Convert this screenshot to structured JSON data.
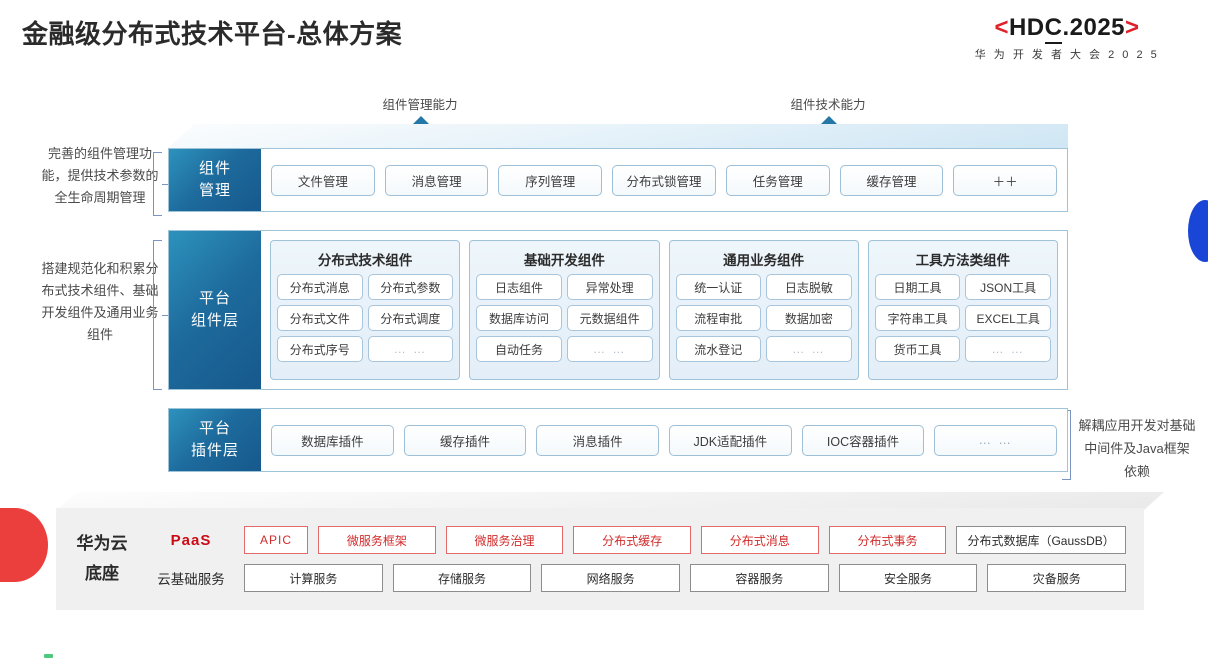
{
  "header": {
    "title": "金融级分布式技术平台-总体方案",
    "logo_bracket_left": "<",
    "logo_prefix": "HD",
    "logo_underlined": "C",
    "logo_suffix": ".2025",
    "logo_bracket_right": ">",
    "logo_subtitle": "华 为 开 发 者 大 会 2 0 2 5",
    "accent_red": "#e0202a"
  },
  "arrows": [
    {
      "label": "组件管理能力"
    },
    {
      "label": "组件技术能力"
    }
  ],
  "side_notes": {
    "left": [
      "完善的组件管理功能，提供技术参数的全生命周期管理",
      "搭建规范化和积累分布式技术组件、基础开发组件及通用业务组件"
    ],
    "right": [
      "解耦应用开发对基础中间件及Java框架依赖"
    ]
  },
  "layers": {
    "component_management": {
      "label_line1": "组件",
      "label_line2": "管理",
      "items": [
        "文件管理",
        "消息管理",
        "序列管理",
        "分布式锁管理",
        "任务管理",
        "缓存管理",
        "＋＋"
      ]
    },
    "platform_component": {
      "label_line1": "平台",
      "label_line2": "组件层",
      "groups": [
        {
          "title": "分布式技术组件",
          "items": [
            "分布式消息",
            "分布式参数",
            "分布式文件",
            "分布式调度",
            "分布式序号",
            "… …"
          ]
        },
        {
          "title": "基础开发组件",
          "items": [
            "日志组件",
            "异常处理",
            "数据库访问",
            "元数据组件",
            "自动任务",
            "… …"
          ]
        },
        {
          "title": "通用业务组件",
          "items": [
            "统一认证",
            "日志脱敏",
            "流程审批",
            "数据加密",
            "流水登记",
            "… …"
          ]
        },
        {
          "title": "工具方法类组件",
          "items": [
            "日期工具",
            "JSON工具",
            "字符串工具",
            "EXCEL工具",
            "货币工具",
            "… …"
          ]
        }
      ]
    },
    "platform_plugin": {
      "label_line1": "平台",
      "label_line2": "插件层",
      "items": [
        "数据库插件",
        "缓存插件",
        "消息插件",
        "JDK适配插件",
        "IOC容器插件",
        "… …"
      ]
    }
  },
  "base": {
    "title_line1": "华为云",
    "title_line2": "底座",
    "rows": [
      {
        "label": "PaaS",
        "label_style": "red",
        "items": [
          {
            "text": "APIC",
            "style": "red"
          },
          {
            "text": "微服务框架",
            "style": "red"
          },
          {
            "text": "微服务治理",
            "style": "red"
          },
          {
            "text": "分布式缓存",
            "style": "red"
          },
          {
            "text": "分布式消息",
            "style": "red"
          },
          {
            "text": "分布式事务",
            "style": "red"
          },
          {
            "text": "分布式数据库（GaussDB）",
            "style": "gray"
          }
        ]
      },
      {
        "label": "云基础服务",
        "label_style": "plain",
        "items": [
          {
            "text": "计算服务",
            "style": "gray"
          },
          {
            "text": "存储服务",
            "style": "gray"
          },
          {
            "text": "网络服务",
            "style": "gray"
          },
          {
            "text": "容器服务",
            "style": "gray"
          },
          {
            "text": "安全服务",
            "style": "gray"
          },
          {
            "text": "灾备服务",
            "style": "gray"
          }
        ]
      }
    ]
  }
}
